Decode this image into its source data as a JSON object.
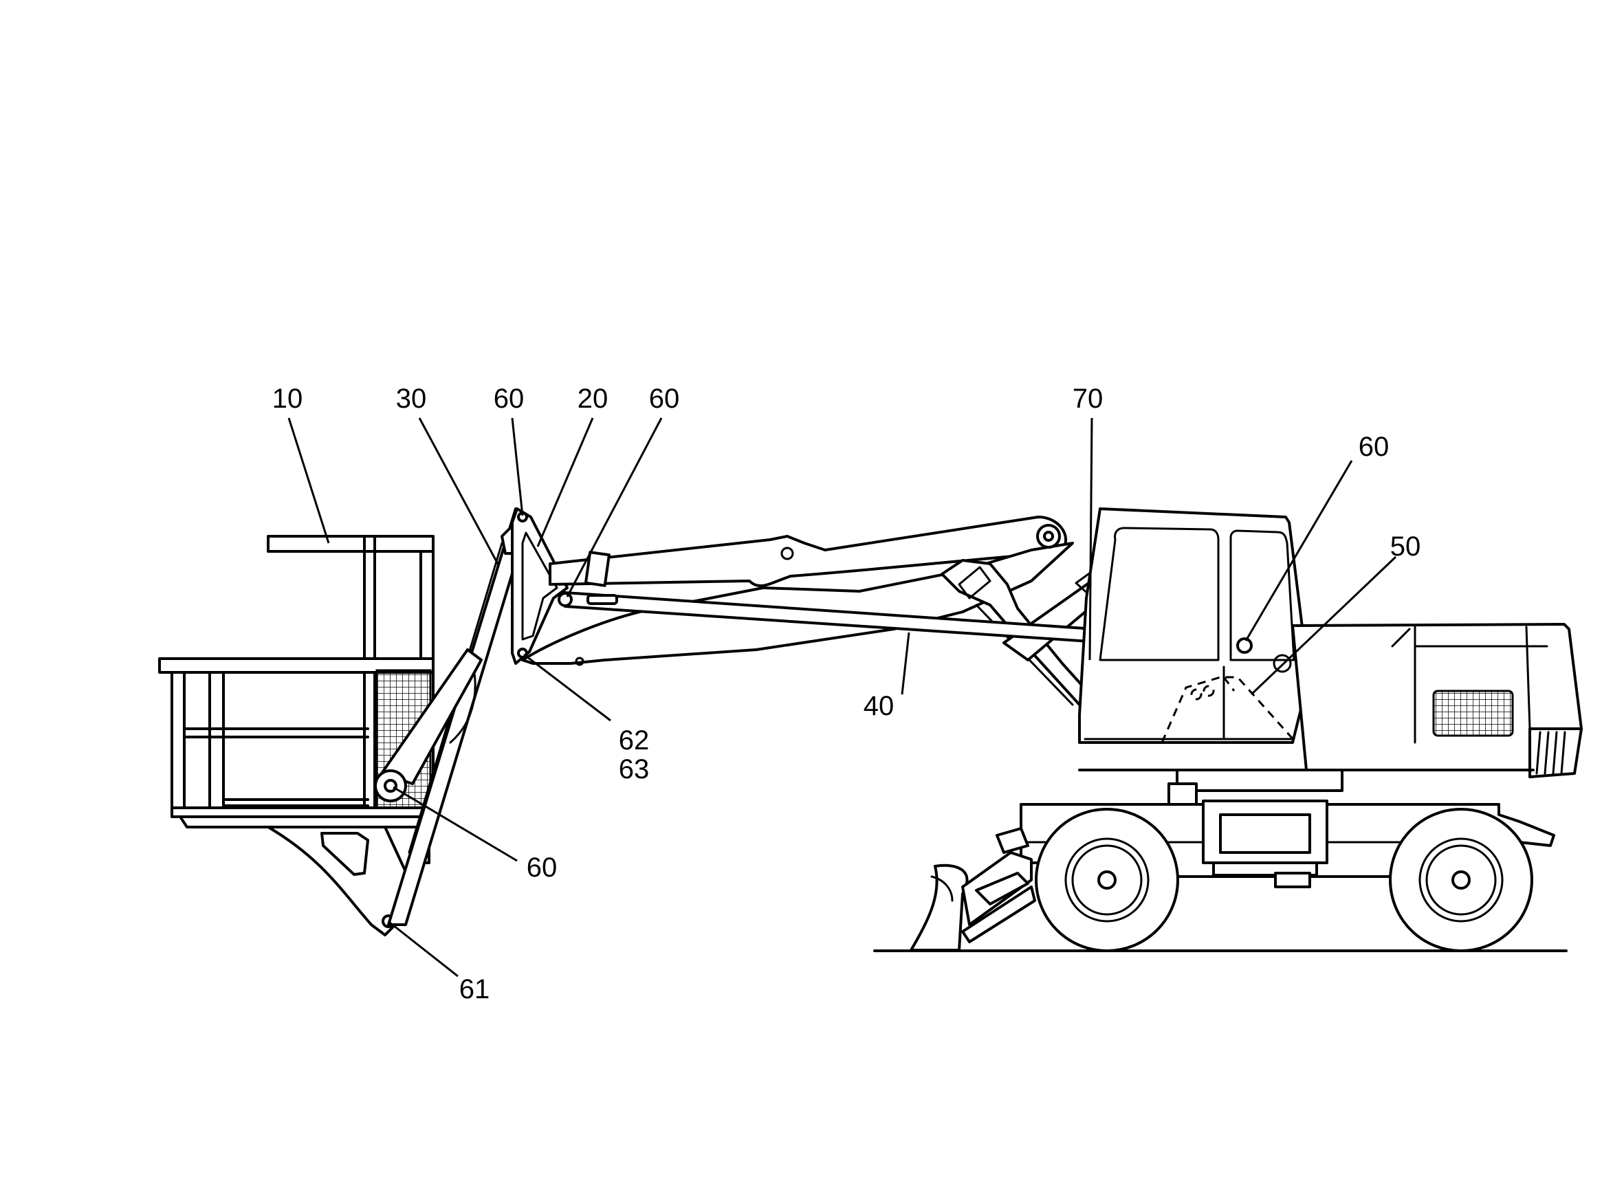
{
  "labels": {
    "r10": "10",
    "r30": "30",
    "r60a": "60",
    "r20": "20",
    "r60b": "60",
    "r70": "70",
    "r60c": "60",
    "r50": "50",
    "r40": "40",
    "r62": "62",
    "r63": "63",
    "r60d": "60",
    "r61": "61"
  }
}
